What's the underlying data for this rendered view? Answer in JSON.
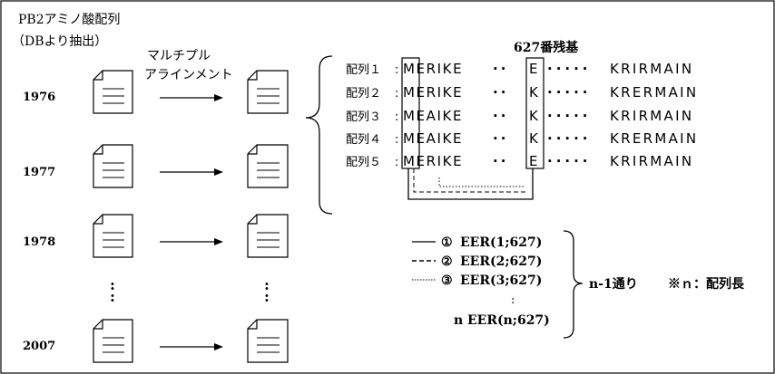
{
  "header": {
    "title": "PB2アミノ酸配列",
    "subtitle": "（DBより抽出）",
    "alignment_label_1": "マルチプル",
    "alignment_label_2": "アラインメント"
  },
  "years": [
    "1976",
    "1977",
    "1978",
    "2007"
  ],
  "vdots": ":",
  "residue_label": "627番残基",
  "sequences": [
    {
      "label": "配列１",
      "left": "MERIKE",
      "dots1": "··",
      "residue": "E",
      "dots2": "·····",
      "right": "KRIRMAIN"
    },
    {
      "label": "配列２",
      "left": "MERIKE",
      "dots1": "··",
      "residue": "K",
      "dots2": "·····",
      "right": "KRERMAIN"
    },
    {
      "label": "配列３",
      "left": "MEAIKE",
      "dots1": "··",
      "residue": "K",
      "dots2": "·····",
      "right": "KRIRMAIN"
    },
    {
      "label": "配列４",
      "left": "MEAIKE",
      "dots1": "··",
      "residue": "K",
      "dots2": "·····",
      "right": "KRERMAIN"
    },
    {
      "label": "配列５",
      "left": "MERIKE",
      "dots1": "··",
      "residue": "E",
      "dots2": "·····",
      "right": "KRIRMAIN"
    }
  ],
  "eer_legend": [
    {
      "marker": "①",
      "text": "EER(1;627)",
      "style": "solid"
    },
    {
      "marker": "②",
      "text": "EER(2;627)",
      "style": "dashed"
    },
    {
      "marker": "③",
      "text": "EER(3;627)",
      "style": "dotted"
    },
    {
      "marker": ":",
      "text": "",
      "style": "none"
    },
    {
      "marker": "n",
      "text": "EER(n;627)",
      "style": "none"
    }
  ],
  "brace_label": "n-1通り",
  "note": "※ｎ：配列長",
  "colors": {
    "line": "#000000",
    "background": "#ffffff"
  }
}
